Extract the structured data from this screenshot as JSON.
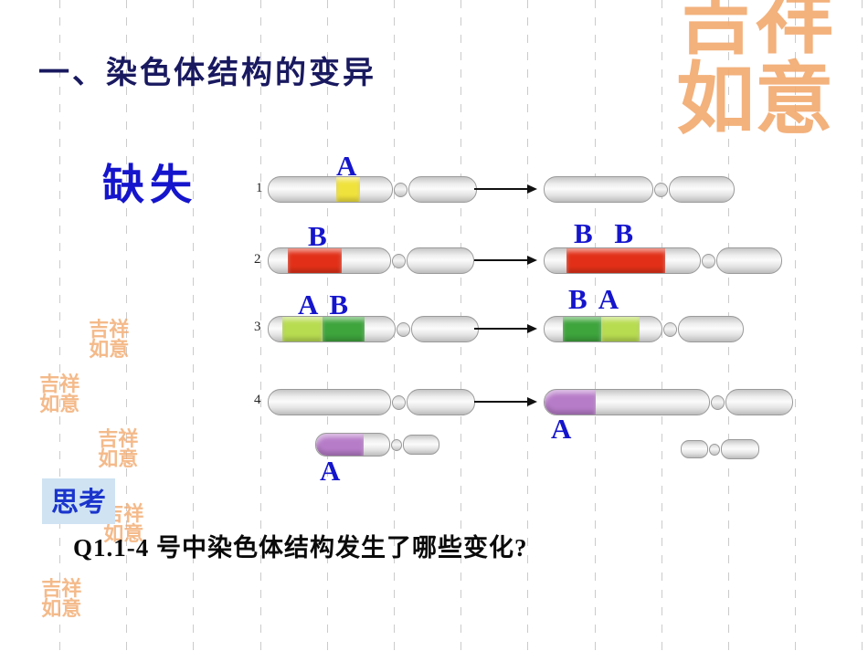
{
  "title": "一、染色体结构的变异",
  "variation_type_label": "缺失",
  "think_label": "思考",
  "question": "Q1.1-4 号中染色体结构发生了哪些变化?",
  "watermark": {
    "text": "吉祥如意"
  },
  "diagram": {
    "rows": [
      {
        "num": "1",
        "labels": {
          "left": "A"
        }
      },
      {
        "num": "2",
        "labels": {
          "left": "B",
          "right": "B B"
        }
      },
      {
        "num": "3",
        "labels": {
          "left": "A B",
          "right": "B A"
        }
      },
      {
        "num": "4",
        "labels": {
          "right": "A",
          "detached": "A"
        }
      }
    ]
  },
  "colors": {
    "band_yellow": "#f0e23c",
    "band_red": "#e23018",
    "band_green_light": "#b8dc50",
    "band_green_dark": "#3ea43c",
    "band_purple": "#b77cc8",
    "label_blue": "#1515cc",
    "title_color": "#191960",
    "think_bg": "#cfe3f3",
    "think_color": "#1b35cc",
    "watermark_orange": "#f2a96e"
  }
}
